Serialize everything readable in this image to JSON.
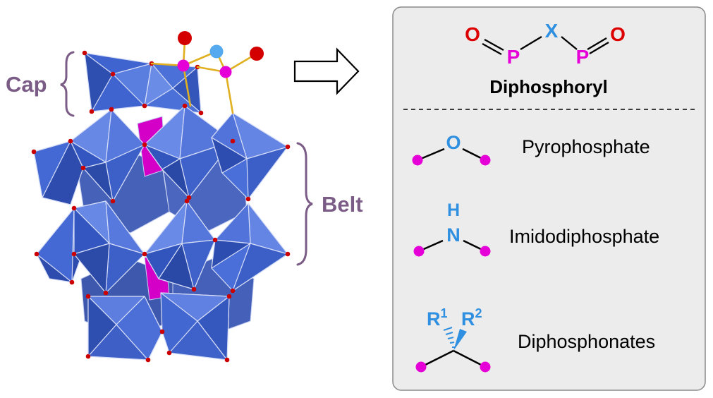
{
  "labels": {
    "cap": "Cap",
    "belt": "Belt"
  },
  "panel": {
    "title": "Diphosphoryl",
    "formula": {
      "o_left": "O",
      "p_left": "P",
      "x": "X",
      "p_right": "P",
      "o_right": "O"
    },
    "bridges": [
      {
        "atom": "O",
        "name": "Pyrophosphate"
      },
      {
        "atom_top": "H",
        "atom": "N",
        "name": "Imidodiphosphate"
      },
      {
        "r1": "R",
        "r1_sup": "1",
        "r2": "R",
        "r2_sup": "2",
        "name": "Diphosphonates"
      }
    ]
  },
  "colors": {
    "accent_label": "#7b5c86",
    "octahedron": "#3a63d6",
    "oxygen": "#d90000",
    "phosphorus": "#e800e8",
    "bridge_atom": "#2f8fe0",
    "panel_bg": "#ececec",
    "panel_border": "#8a8a8a"
  },
  "icons": {
    "arrow": "hollow-right-arrow-icon"
  }
}
